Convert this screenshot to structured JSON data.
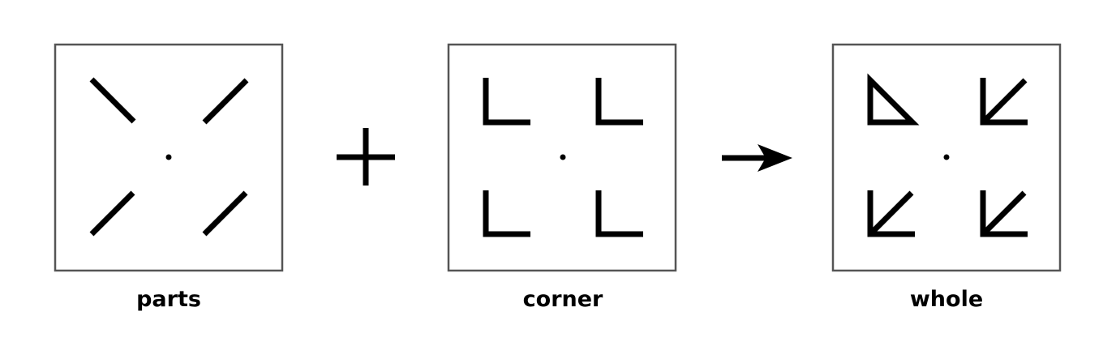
{
  "panels": [
    {
      "id": "parts",
      "caption": "parts"
    },
    {
      "id": "corner",
      "caption": "corner"
    },
    {
      "id": "whole",
      "caption": "whole"
    }
  ],
  "operators": {
    "plus": "plus-sign",
    "arrow": "right-arrow"
  },
  "colors": {
    "stroke": "#000000",
    "frame": "#555555",
    "background": "#ffffff"
  }
}
